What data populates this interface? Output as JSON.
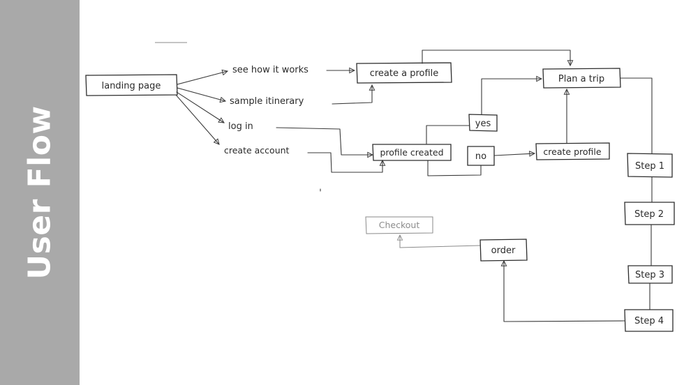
{
  "sidebar": {
    "title": "User Flow",
    "background": "#a9a9a9",
    "text_color": "#ffffff"
  },
  "diagram": {
    "nodes": {
      "landing_page": "landing page",
      "create_profile_top": "create a profile",
      "plan_trip": "Plan a trip",
      "yes": "yes",
      "no": "no",
      "profile_created": "profile created",
      "create_profile": "create profile",
      "step1": "Step 1",
      "step2": "Step 2",
      "step3": "Step 3",
      "step4": "Step 4",
      "order": "order",
      "checkout": "Checkout"
    },
    "labels": {
      "see_how": "see how it works",
      "sample": "sample itinerary",
      "login": "log in",
      "create_account": "create account"
    }
  }
}
